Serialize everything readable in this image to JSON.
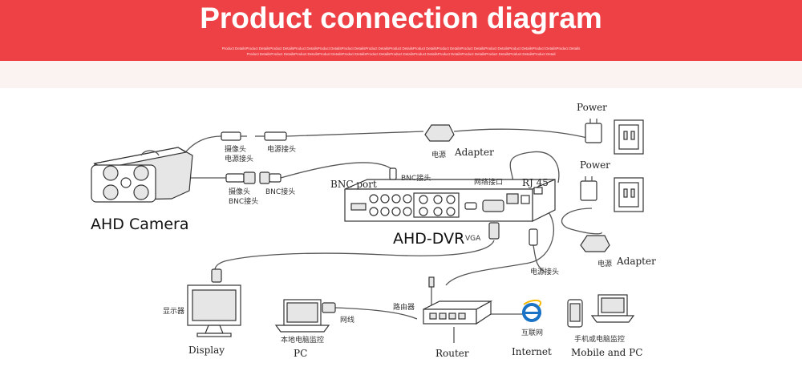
{
  "header": {
    "title": "Product connection diagram",
    "fine_line_1": "Product DetailsProduct DetailsProduct DetailsProduct DetailsProduct DetailsProduct DetailsProduct DetailsProduct DetailsProduct DetailsProduct DetailsProduct DetailsProduct DetailsProduct DetailsProduct DetailsProduct Details",
    "fine_line_2": "Product DetailsProduct DetailsProduct DetailsProduct DetailsProduct DetailsProduct DetailsProduct DetailsProduct DetailsProduct DetailsProduct DetailsProduct DetailsProduct DetailsProduct Detail"
  },
  "colors": {
    "banner": "#ee4146",
    "band": "#fbf2f2"
  },
  "diagram": {
    "camera_label": "AHD Camera",
    "camera_plug_cn": "摄像头",
    "power_plug_cn_1": "电源接头",
    "camera_power_cn": "电源接头",
    "camera_bnc_cn_a": "摄像头",
    "camera_bnc_cn_b": "BNC接头",
    "bnc_plug_cn": "BNC接头",
    "bnc_port": "BNC port",
    "dvr_bnc_cn": "BNC接头",
    "adapter_1_cn": "电源",
    "adapter_1": "Adapter",
    "power_1": "Power",
    "power_2": "Power",
    "network_port_cn": "网络接口",
    "rj45": "RJ 45",
    "dvr_label": "AHD-DVR",
    "vga": "VGA",
    "adapter_2_cn": "电源",
    "adapter_2": "Adapter",
    "dvr_power_cn": "电源接头",
    "monitor_cn": "显示器",
    "display": "Display",
    "pc_cn": "本地电脑监控",
    "pc": "PC",
    "cable_cn": "网线",
    "router_cn": "路由器",
    "router": "Router",
    "internet_cn": "互联网",
    "internet": "Internet",
    "mobile_cn": "手机或电脑监控",
    "mobile_pc": "Mobile and PC"
  }
}
